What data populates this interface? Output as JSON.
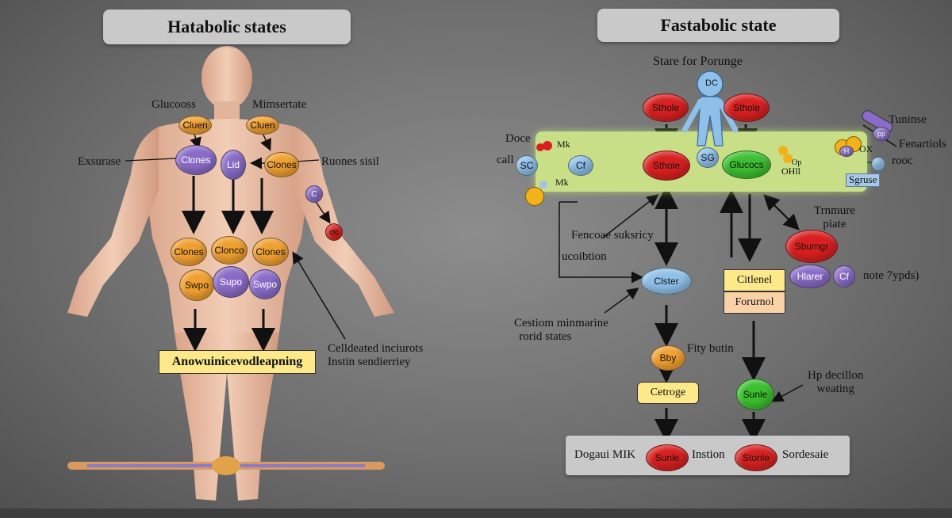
{
  "left": {
    "title": "Hatabolic states",
    "labels": {
      "glucooss": "Glucooss",
      "mimsertate": "Mimsertate",
      "exsurase": "Exsurase",
      "ruones": "Ruones sisil",
      "celldeated_1": "Celldeated inciurots",
      "celldeated_2": "Instin sendierriey",
      "bottom_box": "Anowuinicevodleapning"
    },
    "nodes": {
      "cluen_1": "Cluen",
      "cluen_2": "Cluen",
      "clones_top": "Clones",
      "lid": "Lid",
      "clones_right": "Clones",
      "c_arm": "C",
      "ctc": "ctc",
      "clones_mid_l": "Clones",
      "clonco": "Clonco",
      "clones_mid_r": "Clones",
      "swpo_1": "Swpo",
      "supo": "Supo",
      "swpo_2": "Swpo"
    }
  },
  "right": {
    "title": "Fastabolic state",
    "subtitle": "Stare for Porunge",
    "labels": {
      "doce": "Doce",
      "mk_1": "Mk",
      "call": "call",
      "mk_2": "Mk",
      "tuninse": "Tuninse",
      "fenartiols": "Fenartiols",
      "rooc": "rooc",
      "sgruse": "Sgruse",
      "ox": "OX",
      "opp": "Op",
      "ohll": "OHll",
      "fencoae_1": "Fencoae suksricy",
      "fencoae_2": "ucoibtion",
      "trnmure_1": "Trnmure",
      "trnmure_2": "piate",
      "note": "note 7ypds)",
      "cestiom_1": "Cestiom minmarine",
      "cestiom_2": "rorid states",
      "fity": "Fity butin",
      "hp_1": "Hp decillon",
      "hp_2": "weating",
      "bottom_1": "Dogaui MIK",
      "bottom_2": "Instion",
      "bottom_3": "Sordesaie"
    },
    "nodes": {
      "dc": "DC",
      "sthole_1": "Sthole",
      "sthole_2": "Sthole",
      "sc": "SC",
      "cf_1": "Cf",
      "sthole_3": "Sthole",
      "sg": "SG",
      "glucocs": "Glucocs",
      "h": "H",
      "pp": "pp",
      "sburngr": "Sburngr",
      "hlarer": "Hlarer",
      "cf_2": "Cf",
      "clster": "Clster",
      "citlenel": "Citlenel",
      "forurnol": "Forurnol",
      "bby": "Bby",
      "cetroge": "Cetroge",
      "sunle_mid": "Sunle",
      "sunle_bottom": "Sunle",
      "stonle": "Stonle"
    }
  },
  "colors": {
    "orange": "#f0a030",
    "purple": "#8a6cc8",
    "red": "#d82020",
    "green": "#3cbf30",
    "blue": "#8fc0ea",
    "band": "#c8df88",
    "yellow_box": "#fde98a"
  }
}
